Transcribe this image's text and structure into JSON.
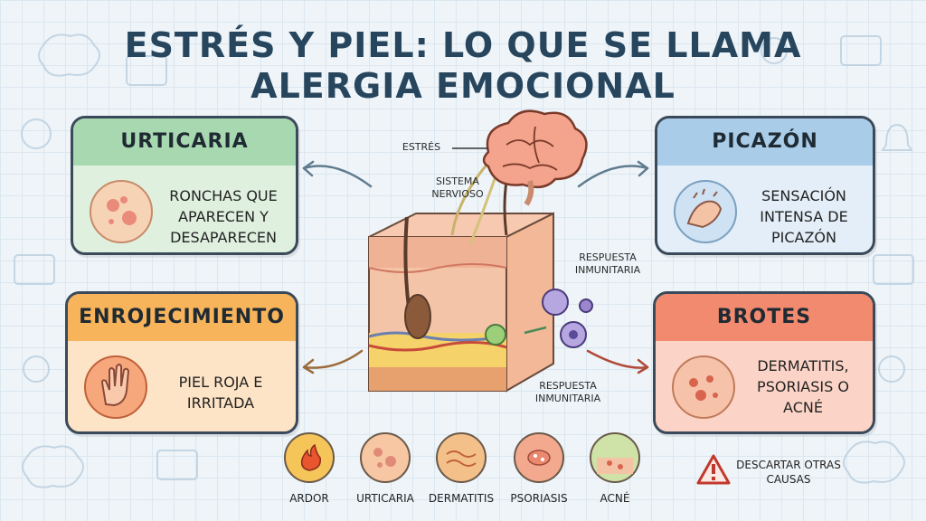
{
  "title": "Estrés y piel: lo que se llama alergia emocional",
  "diagram": {
    "label_estres": "Estrés",
    "label_sistema": "Sistema nervioso",
    "label_respuesta_top": "Respuesta inmunitaria",
    "label_respuesta_bottom": "Respuesta inmunitaria"
  },
  "cards": {
    "urticaria": {
      "title": "Urticaria",
      "text": "Ronchas que aparecen y desaparecen"
    },
    "picazon": {
      "title": "Picazón",
      "text": "Sensación intensa de picazón"
    },
    "enrojecimiento": {
      "title": "Enrojecimiento",
      "text": "Piel roja e irritada"
    },
    "brotes": {
      "title": "Brotes",
      "text": "Dermatitis, psoriasis o acné"
    }
  },
  "legend": [
    {
      "label": "Ardor",
      "color": "#f6c55a"
    },
    {
      "label": "Urticaria",
      "color": "#f7c6a3"
    },
    {
      "label": "Dermatitis",
      "color": "#f4c08a"
    },
    {
      "label": "Psoriasis",
      "color": "#f3a98e"
    },
    {
      "label": "Acné",
      "color": "#cfe3a8"
    }
  ],
  "warning": {
    "text": "Descartar otras causas"
  },
  "colors": {
    "title": "#27465e",
    "urticaria": "#a7d8b0",
    "picazon": "#a9cce8",
    "enrojecimiento": "#f7b45a",
    "brotes": "#f28a6f"
  }
}
